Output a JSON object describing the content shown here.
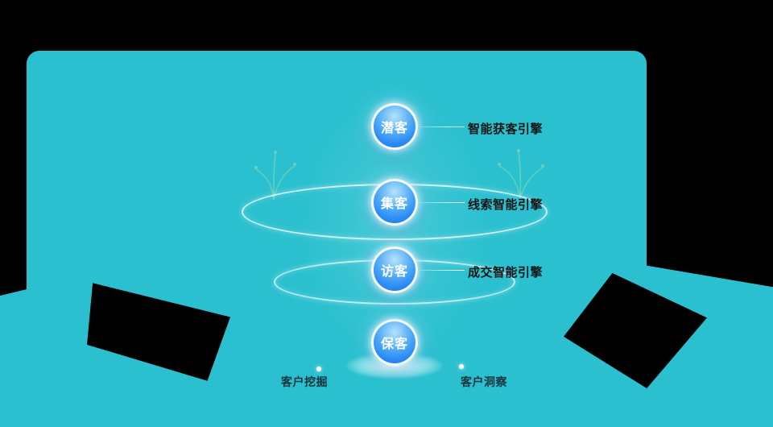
{
  "colors": {
    "panel": "#2ac0cf",
    "circle_blue": "#2e8ef7",
    "label_dark": "#141414"
  },
  "stages": [
    {
      "name": "潜客",
      "engine": "智能获客引擎"
    },
    {
      "name": "集客",
      "engine": "线索智能引擎"
    },
    {
      "name": "访客",
      "engine": "成交智能引擎"
    },
    {
      "name": "保客",
      "engine": ""
    }
  ],
  "footer": {
    "left": "客户挖掘",
    "right": "客户洞察"
  }
}
